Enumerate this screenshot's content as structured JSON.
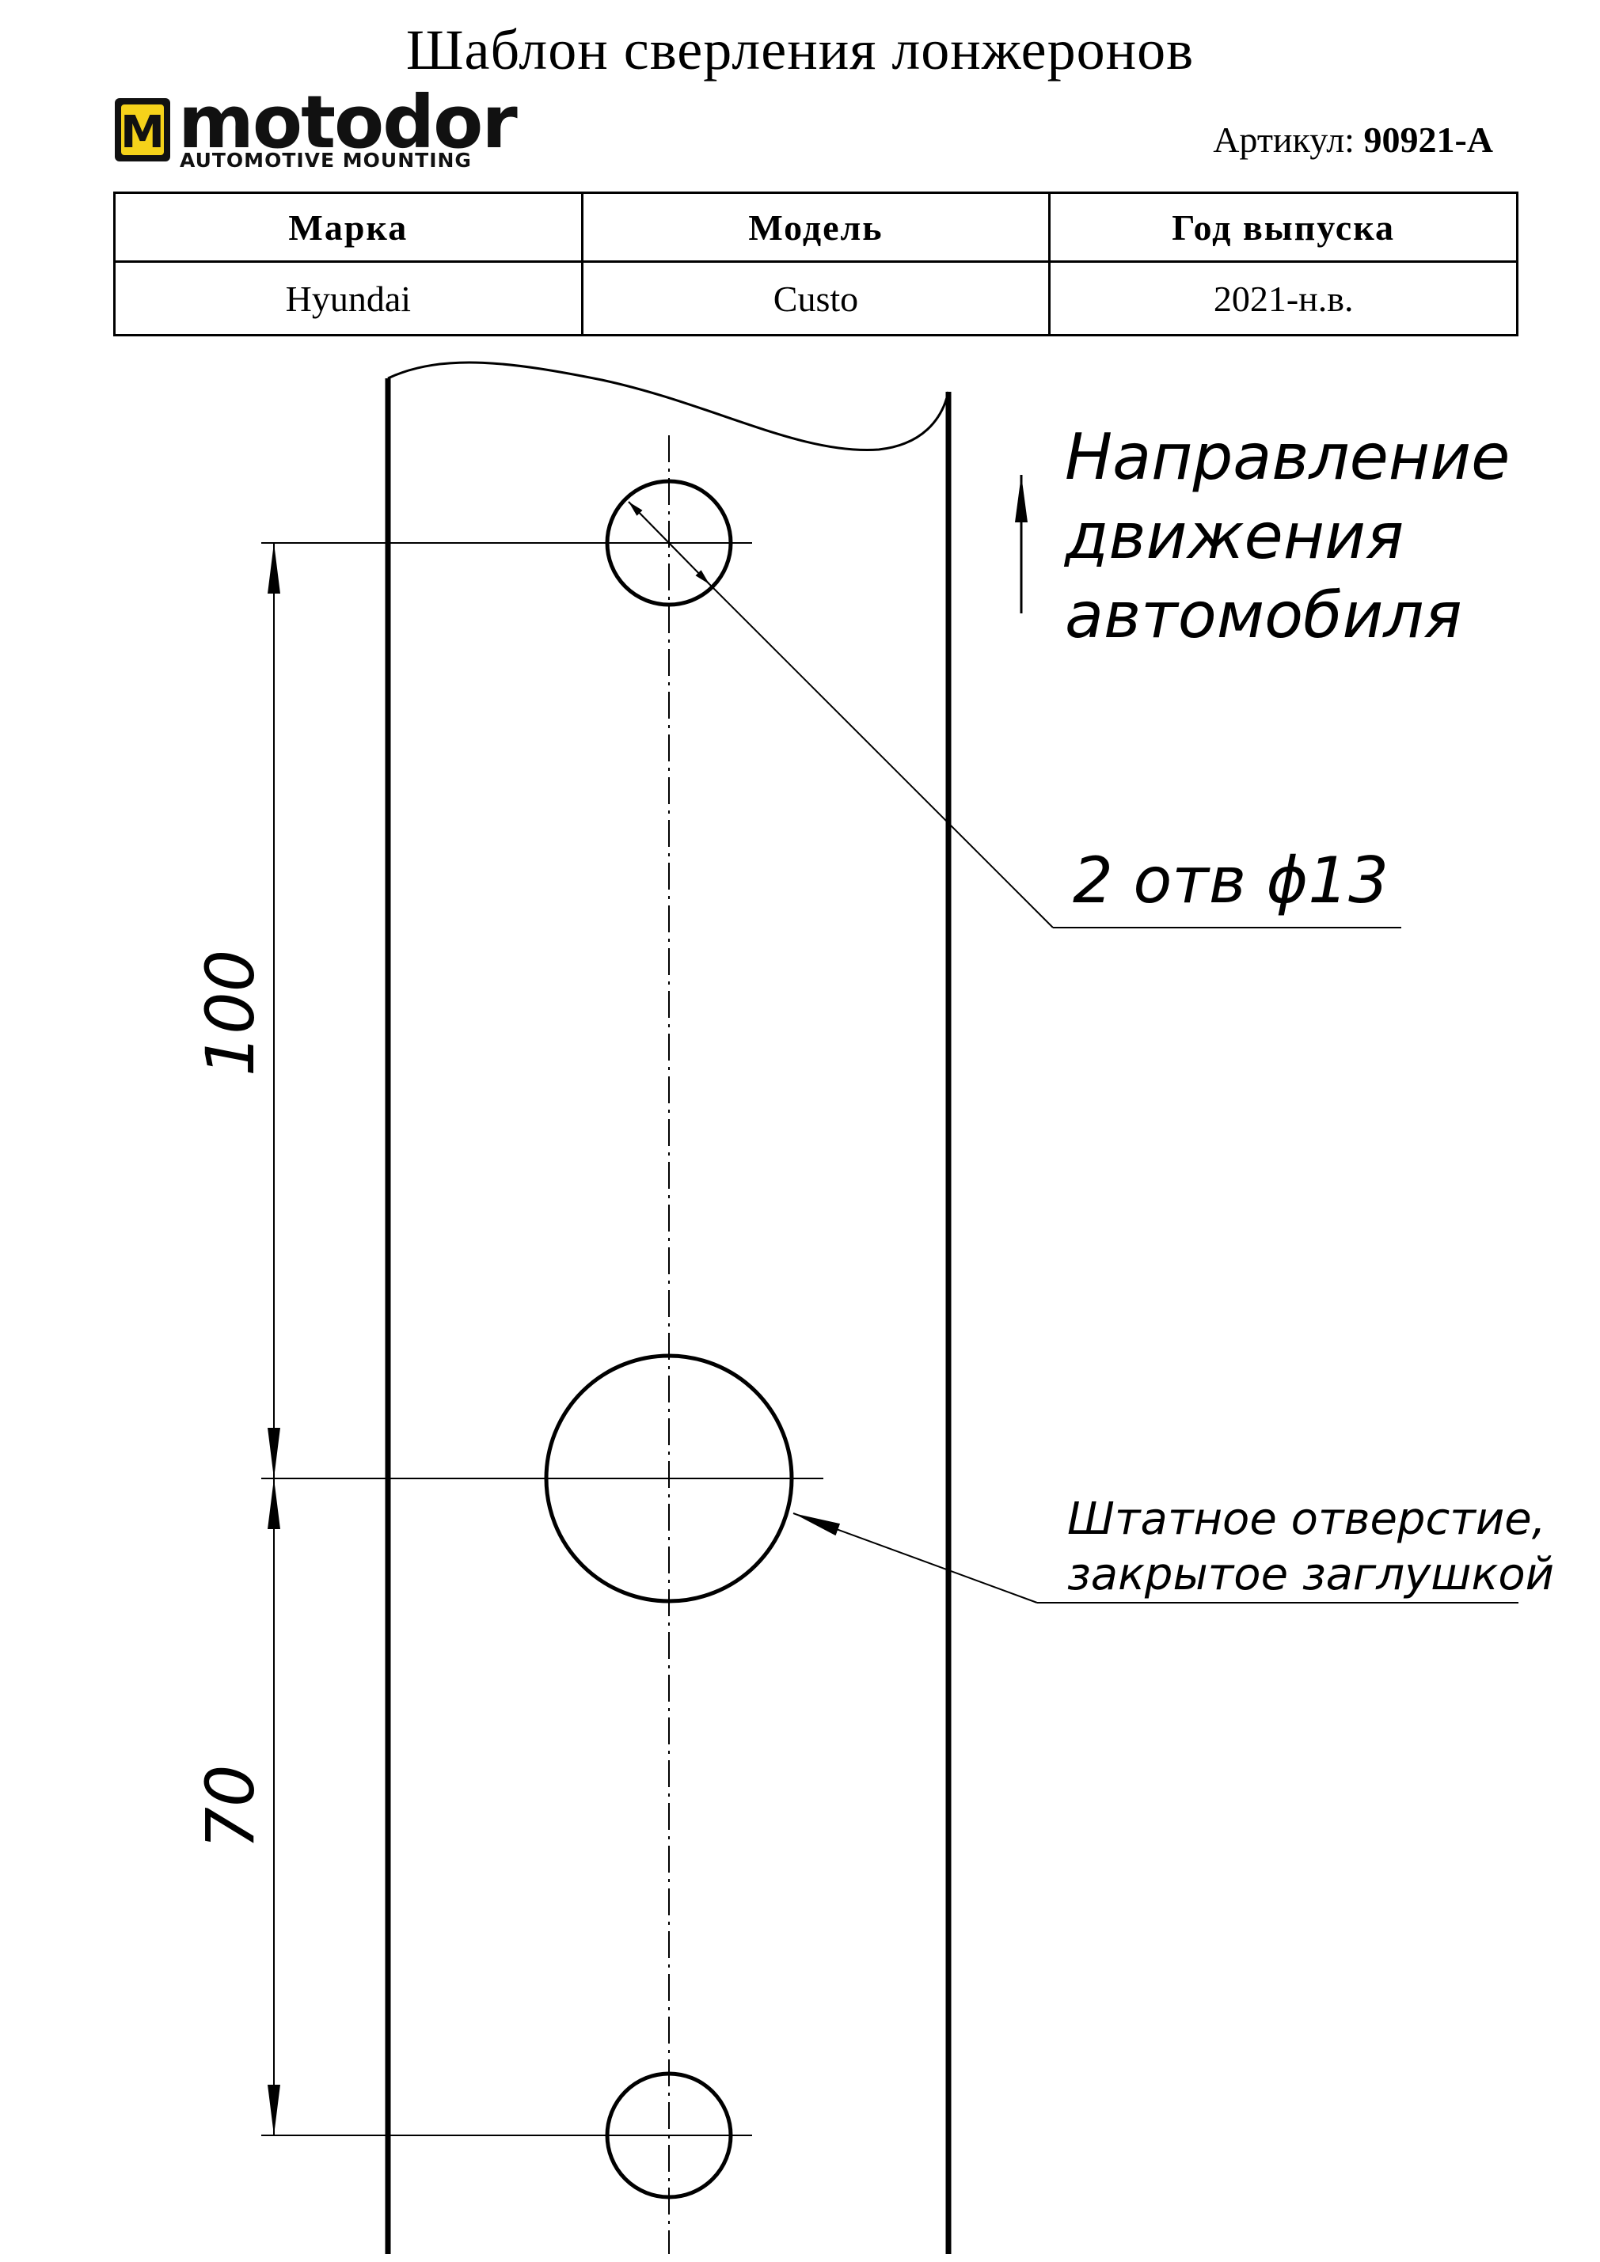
{
  "document": {
    "title": "Шаблон сверления лонжеронов",
    "article_label": "Артикул:",
    "article_value": "90921-A"
  },
  "logo": {
    "mark_letter": "M",
    "word": "motodor",
    "tagline": "AUTOMOTIVE MOUNTING",
    "colors": {
      "mark": "#f5d21a",
      "text": "#111111"
    }
  },
  "table": {
    "headers": [
      "Марка",
      "Модель",
      "Год выпуска"
    ],
    "rows": [
      [
        "Hyundai",
        "Custo",
        "2021-н.в."
      ]
    ]
  },
  "drawing": {
    "direction_label": [
      "Направление",
      "движения",
      "автомобиля"
    ],
    "holes_label": "2 отв ϕ13",
    "plug_label": [
      "Штатное отверстие,",
      "закрытое заглушкой"
    ],
    "dimension_upper": "100",
    "dimension_lower": "70"
  }
}
